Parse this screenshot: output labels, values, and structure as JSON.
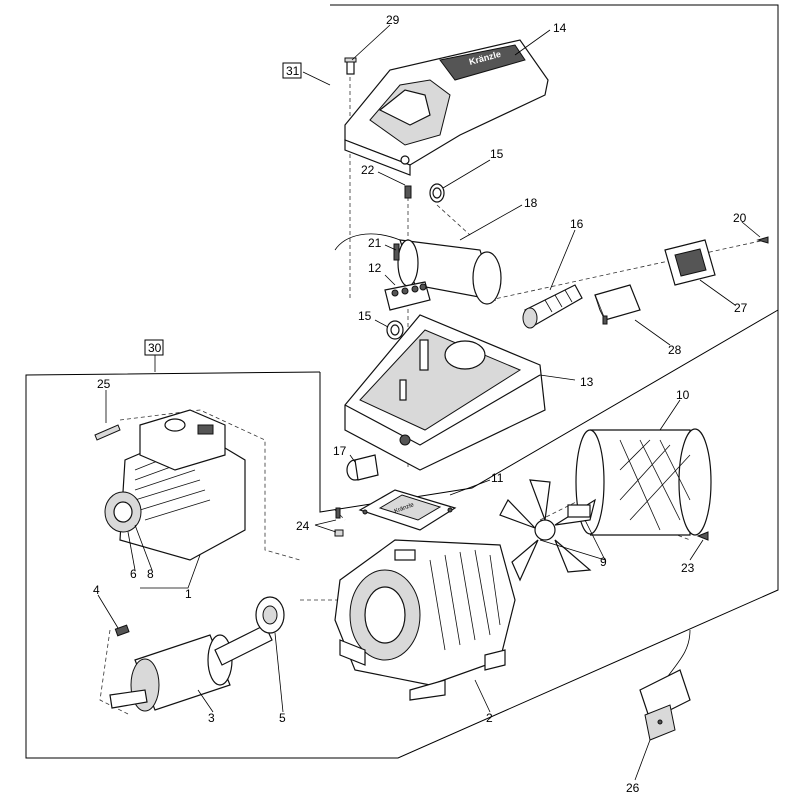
{
  "part_numbers": {
    "p29": "29",
    "p14": "14",
    "p31": "31",
    "p22": "22",
    "p15a": "15",
    "p18": "18",
    "p16": "16",
    "p20": "20",
    "p21": "21",
    "p12": "12",
    "p15b": "15",
    "p27": "27",
    "p28": "28",
    "p13": "13",
    "p30": "30",
    "p25": "25",
    "p10": "10",
    "p17": "17",
    "p11": "11",
    "p24": "24",
    "p9": "9",
    "p23": "23",
    "p6": "6",
    "p8": "8",
    "p1": "1",
    "p4": "4",
    "p3": "3",
    "p5": "5",
    "p2": "2",
    "p26": "26"
  },
  "cover_logo_text": "Kränzle",
  "label_plate_text": "Kränzle"
}
